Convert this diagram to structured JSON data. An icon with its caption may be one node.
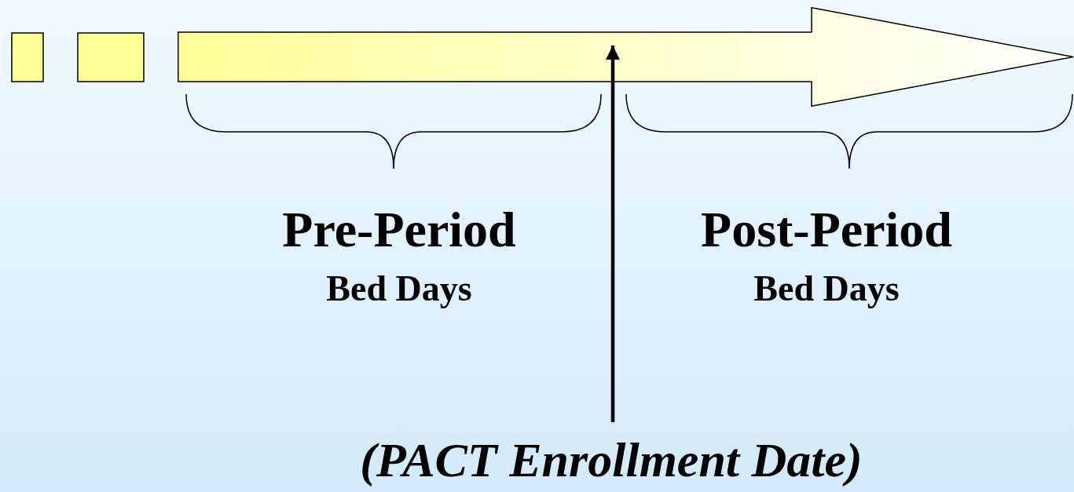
{
  "diagram": {
    "nodes": [
      {
        "text": [],
        "shape": "box"
      },
      {
        "text": [],
        "shape": "box"
      },
      {
        "text": [],
        "shape": "arrow"
      },
      {
        "text": [
          "(PACT Enrollment Date)"
        ]
      }
    ],
    "edges": [
      {
        "from": 3,
        "to": 2,
        "arrow": "to"
      }
    ],
    "labels": [
      "Pre-Period",
      "Bed Days",
      "Post-Period",
      "Bed Days"
    ]
  }
}
